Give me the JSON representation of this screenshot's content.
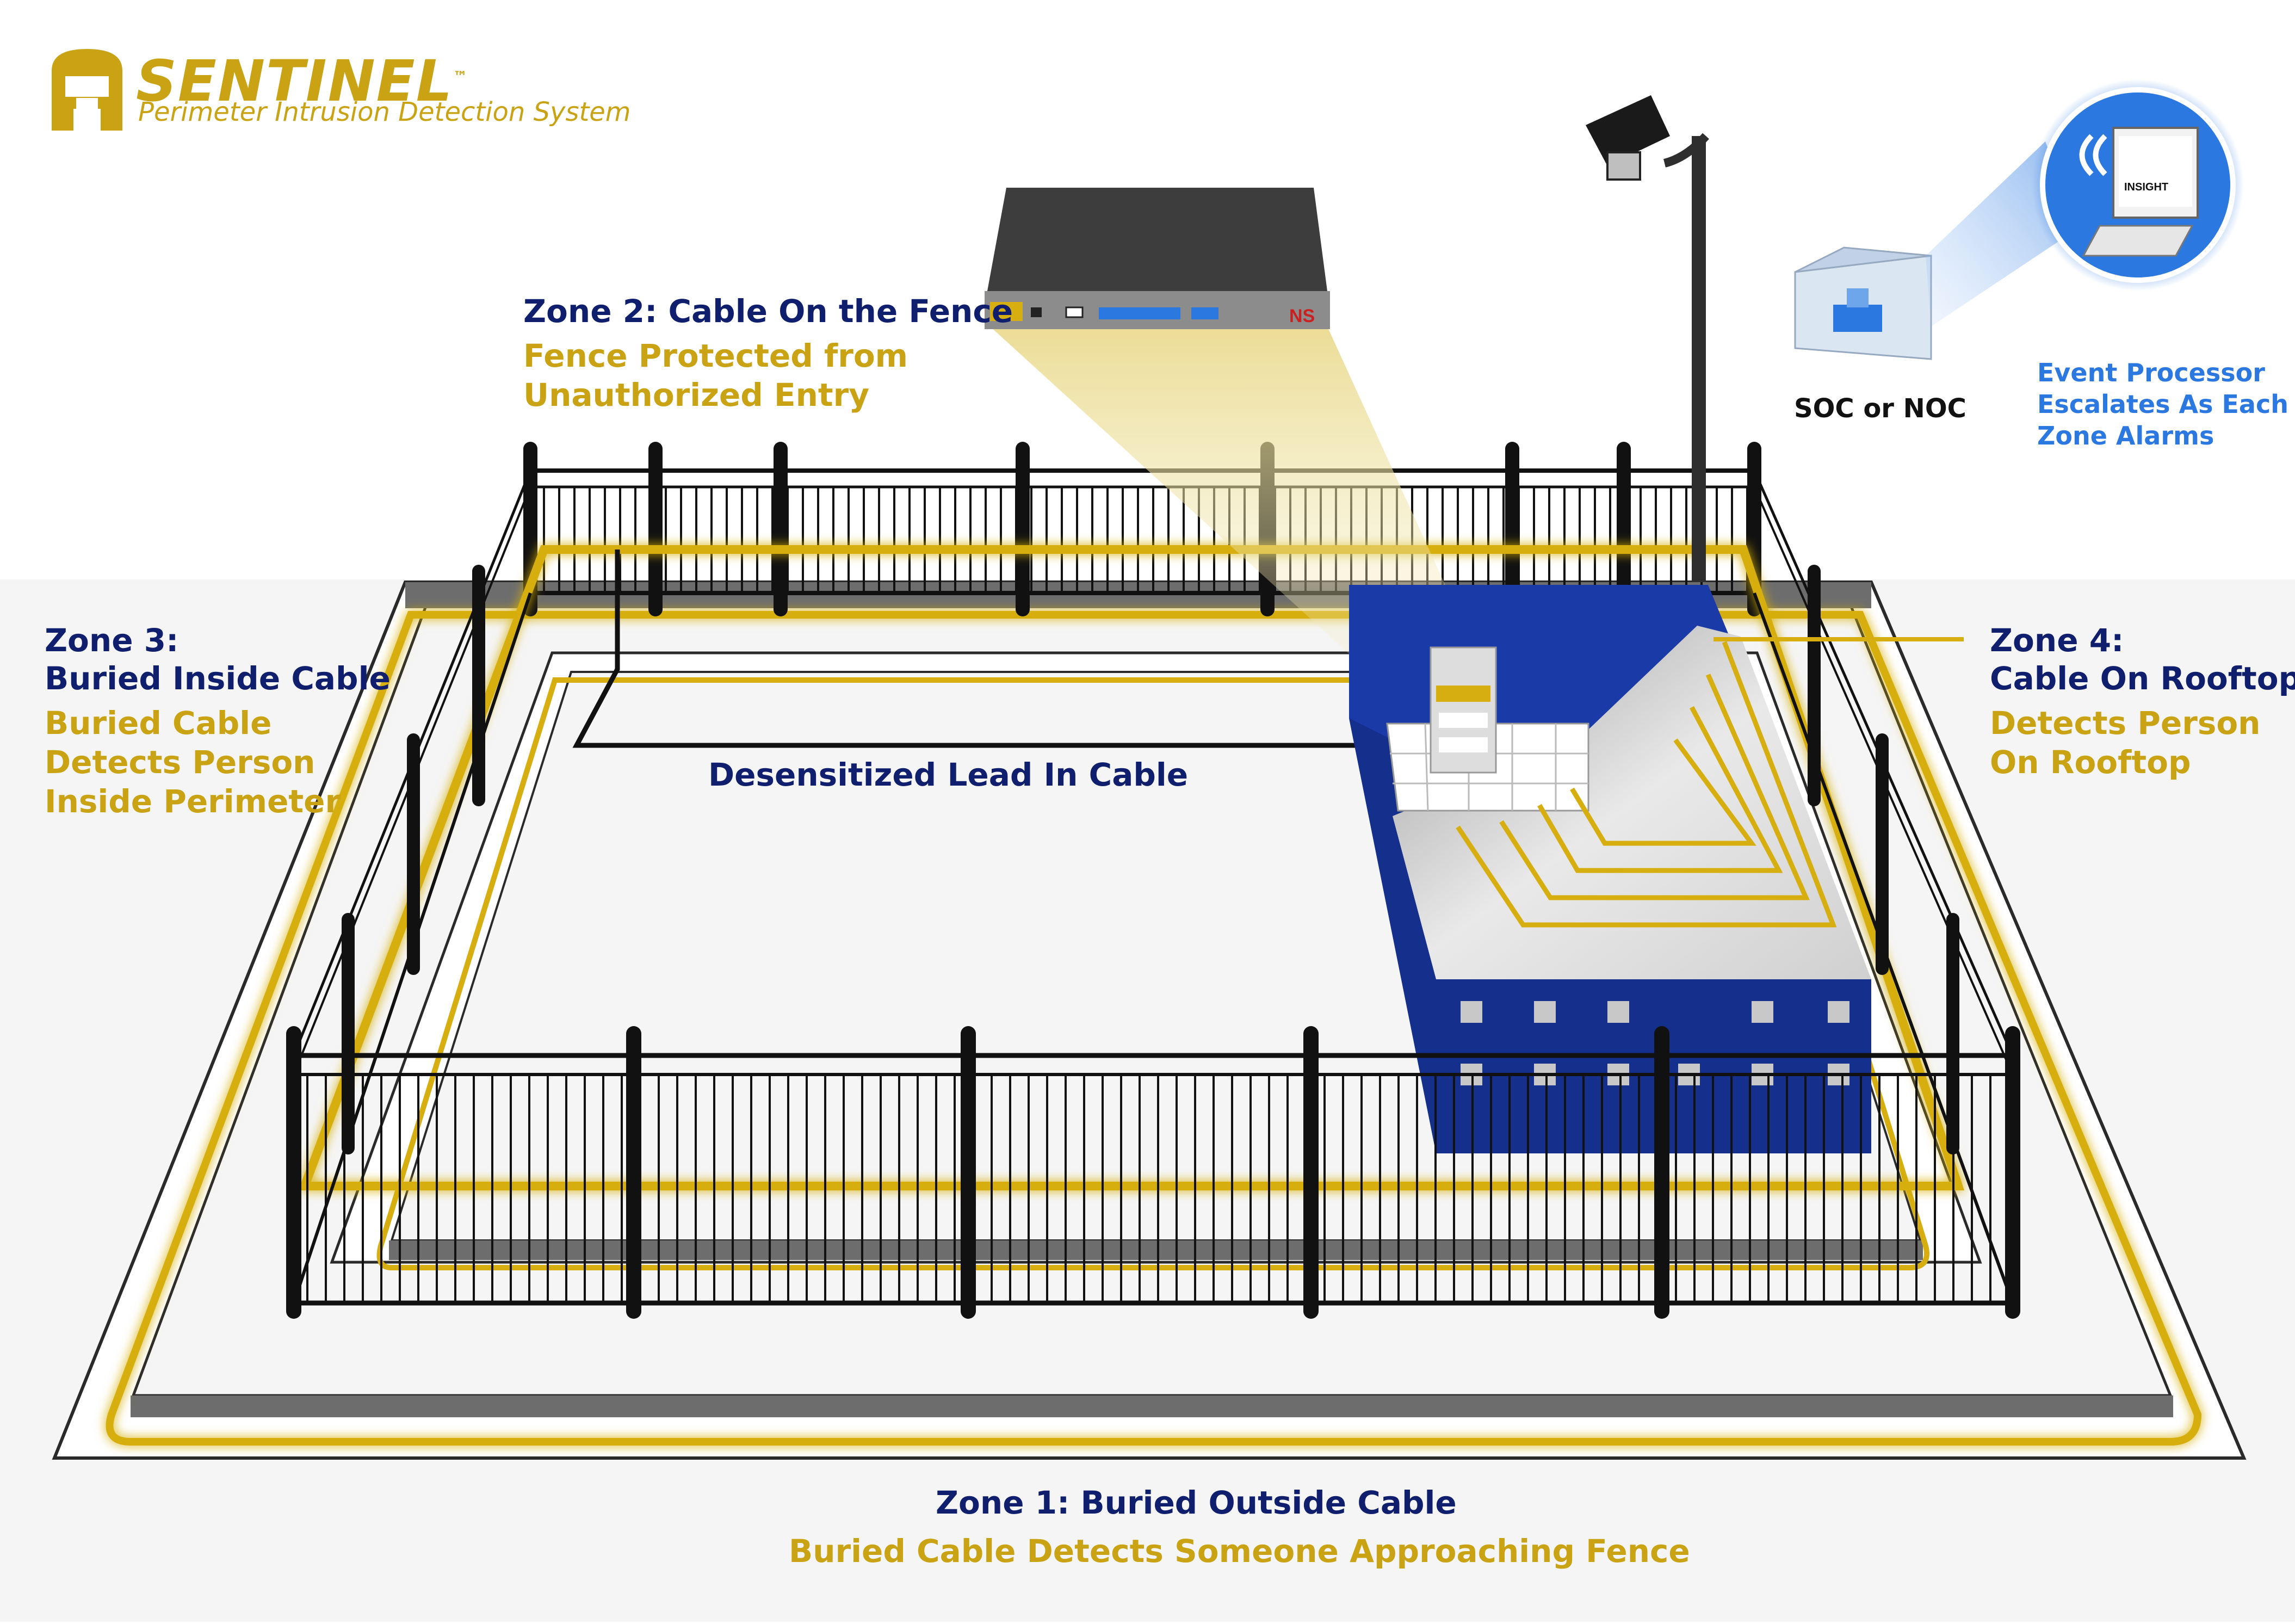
{
  "logo": {
    "brand": "SENTINEL",
    "trademark": "™",
    "tagline": "Perimeter Intrusion Detection System"
  },
  "zone2": {
    "title": "Zone 2: Cable On the Fence",
    "desc_line1": "Fence Protected from",
    "desc_line2": "Unauthorized Entry"
  },
  "zone3": {
    "title_line1": "Zone 3:",
    "title_line2": "Buried Inside Cable",
    "desc_line1": "Buried Cable",
    "desc_line2": "Detects Person",
    "desc_line3": "Inside Perimeter"
  },
  "zone4": {
    "title_line1": "Zone 4:",
    "title_line2": "Cable On Rooftop",
    "desc_line1": "Detects Person",
    "desc_line2": "On Rooftop"
  },
  "zone1": {
    "title": "Zone 1: Buried Outside Cable",
    "desc": "Buried Cable Detects Someone Approaching Fence"
  },
  "lead_in_label": "Desensitized Lead In Cable",
  "soc_label": "SOC or NOC",
  "event_processor": {
    "line1": "Event Processor",
    "line2": "Escalates As Each",
    "line3": "Zone Alarms"
  },
  "monitor_brand": "INSIGHT",
  "device_badge": "NS",
  "colors": {
    "navy": "#0f1f6e",
    "gold": "#c9a314",
    "cable": "#d6ae0f",
    "building_blue": "#1a3aa8",
    "accent_blue": "#2a78e0",
    "ground": "#f5f5f5"
  }
}
